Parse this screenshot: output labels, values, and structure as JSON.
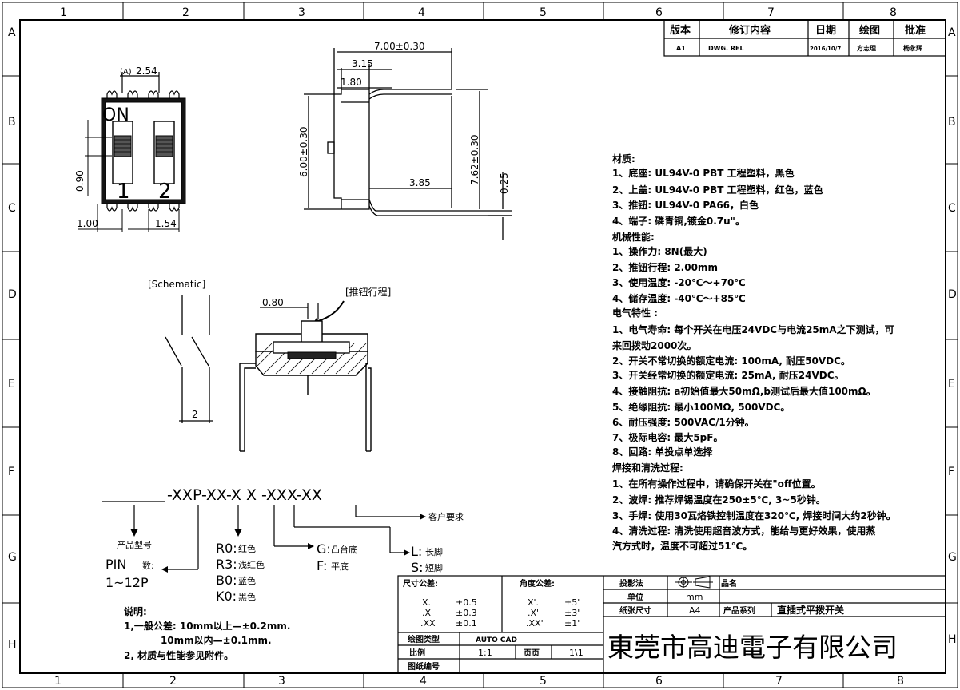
{
  "frame": {
    "columns_top": [
      "1",
      "2",
      "3",
      "4",
      "5",
      "6",
      "7",
      "8"
    ],
    "columns_bottom": [
      "1",
      "2",
      "3",
      "4",
      "5",
      "6",
      "7",
      "8"
    ],
    "rows": [
      "A",
      "B",
      "C",
      "D",
      "E",
      "F",
      "G",
      "H"
    ]
  },
  "revision_table": {
    "headers": [
      "版本",
      "修订内容",
      "日期",
      "绘图",
      "批准"
    ],
    "row": [
      "A1",
      "DWG. REL",
      "2016/10/7",
      "方志理",
      "杨永辉"
    ]
  },
  "top_view": {
    "dim_pitch": "2.54",
    "dim_pitch_marker": "(A)",
    "on_label": "ON",
    "pos_labels": [
      "1",
      "2"
    ],
    "dim_height": "0.90",
    "dim_left": "1.00",
    "dim_pin": "1.54"
  },
  "side_view": {
    "dim_total": "7.00±0.30",
    "dim_315": "3.15",
    "dim_180": "1.80",
    "dim_height": "6.00±0.30",
    "dim_row": "7.62±0.30",
    "dim_385": "3.85",
    "dim_025": "0.25"
  },
  "schematic": {
    "label": "[Schematic]",
    "dim": "2"
  },
  "section_view": {
    "label": "[推钮行程]",
    "dim": "0.80"
  },
  "specs": [
    {
      "text": "材质:",
      "bold": true
    },
    {
      "text": "1、底座: UL94V-0 PBT 工程塑料，黑色",
      "bold": false
    },
    {
      "text": "2、上盖: UL94V-0 PBT 工程塑料，红色，蓝色",
      "bold": false
    },
    {
      "text": "3、推钮: UL94V-0 PA66，白色",
      "bold": false
    },
    {
      "text": "4、端子: 磷青铜,镀金0.7u\"。",
      "bold": false
    },
    {
      "text": "机械性能:",
      "bold": true
    },
    {
      "text": "1、操作力: 8N(最大)",
      "bold": false
    },
    {
      "text": "2、推钮行程: 2.00mm",
      "bold": false
    },
    {
      "text": "3、使用温度: -20℃～+70℃",
      "bold": false
    },
    {
      "text": "4、储存温度: -40℃～+85℃",
      "bold": false
    },
    {
      "text": "电气特性 :",
      "bold": true
    },
    {
      "text": "1、电气寿命: 每个开关在电压24VDC与电流25mA之下测试，可",
      "bold": false
    },
    {
      "text": "   来回拨动2000次。",
      "bold": false
    },
    {
      "text": "2、开关不常切换的额定电流: 100mA, 耐压50VDC。",
      "bold": false
    },
    {
      "text": "3、开关经常切换的额定电流: 25mA, 耐压24VDC。",
      "bold": false
    },
    {
      "text": "4、接触阻抗: a初始值最大50mΩ,b测试后最大值100mΩ。",
      "bold": false
    },
    {
      "text": "5、绝缘阻抗: 最小100MΩ, 500VDC。",
      "bold": false
    },
    {
      "text": "6、耐压强度: 500VAC/1分钟。",
      "bold": false
    },
    {
      "text": "7、极际电容: 最大5pF。",
      "bold": false
    },
    {
      "text": "8、回路: 单投点单选择",
      "bold": false
    },
    {
      "text": "焊接和清洗过程:",
      "bold": true
    },
    {
      "text": "1、在所有操作过程中，请确保开关在\"off位置。",
      "bold": false
    },
    {
      "text": "2、波焊: 推荐焊锡温度在250±5℃, 3~5秒钟。",
      "bold": false
    },
    {
      "text": "3、手焊: 使用30瓦烙铁控制温度在320℃, 焊接时间大约2秒钟。",
      "bold": false
    },
    {
      "text": "4、清洗过程: 清洗使用超音波方式，能给与更好效果，使用蒸",
      "bold": false
    },
    {
      "text": "   汽方式时，温度不可超过51℃。",
      "bold": false
    }
  ],
  "part_number": {
    "code": "-XXP-XX-X X -XXX-XX",
    "customer": "客户要求",
    "product_label": "产品型号",
    "pin_label": "PIN",
    "pin_unit": "数:",
    "pin_range": "1~12P",
    "colors": [
      {
        "code": "R0:",
        "name": "红色"
      },
      {
        "code": "R3:",
        "name": "浅红色"
      },
      {
        "code": "B0:",
        "name": "蓝色"
      },
      {
        "code": "K0:",
        "name": "黑色"
      }
    ],
    "base": [
      {
        "code": "G:",
        "name": "凸台底"
      },
      {
        "code": "F:",
        "name": "平底"
      }
    ],
    "pin_len": [
      {
        "code": "L:",
        "name": "长脚"
      },
      {
        "code": "S:",
        "name": "短脚"
      }
    ]
  },
  "notes": {
    "title": "说明:",
    "lines": [
      "1,一般公差: 10mm以上—±0.2mm.",
      "           10mm以内—±0.1mm.",
      "2, 材质与性能参见附件。"
    ]
  },
  "title_block": {
    "tol_dim_title": "尺寸公差:",
    "tol_dim": [
      {
        "k": "X.",
        "v": "±0.5"
      },
      {
        "k": ".X",
        "v": "±0.3"
      },
      {
        "k": ".XX",
        "v": "±0.1"
      }
    ],
    "tol_ang_title": "角度公差:",
    "tol_ang": [
      {
        "k": "X'.",
        "v": "±5'"
      },
      {
        "k": ".X'",
        "v": "±3'"
      },
      {
        "k": ".XX'",
        "v": "±1'"
      }
    ],
    "projection_label": "投影法",
    "name_label": "品名",
    "unit_label": "单位",
    "unit_value": "mm",
    "paper_label": "纸张尺寸",
    "paper_value": "A4",
    "series_label": "产品系列",
    "series_value": "直插式平拨开关",
    "draw_type_label": "绘图类型",
    "draw_type_value": "AUTO CAD",
    "scale_label": "比例",
    "scale_value": "1:1",
    "page_label": "页页",
    "page_value": "1\\1",
    "drawing_no_label": "图纸编号",
    "company": "東莞市高迪電子有限公司"
  }
}
